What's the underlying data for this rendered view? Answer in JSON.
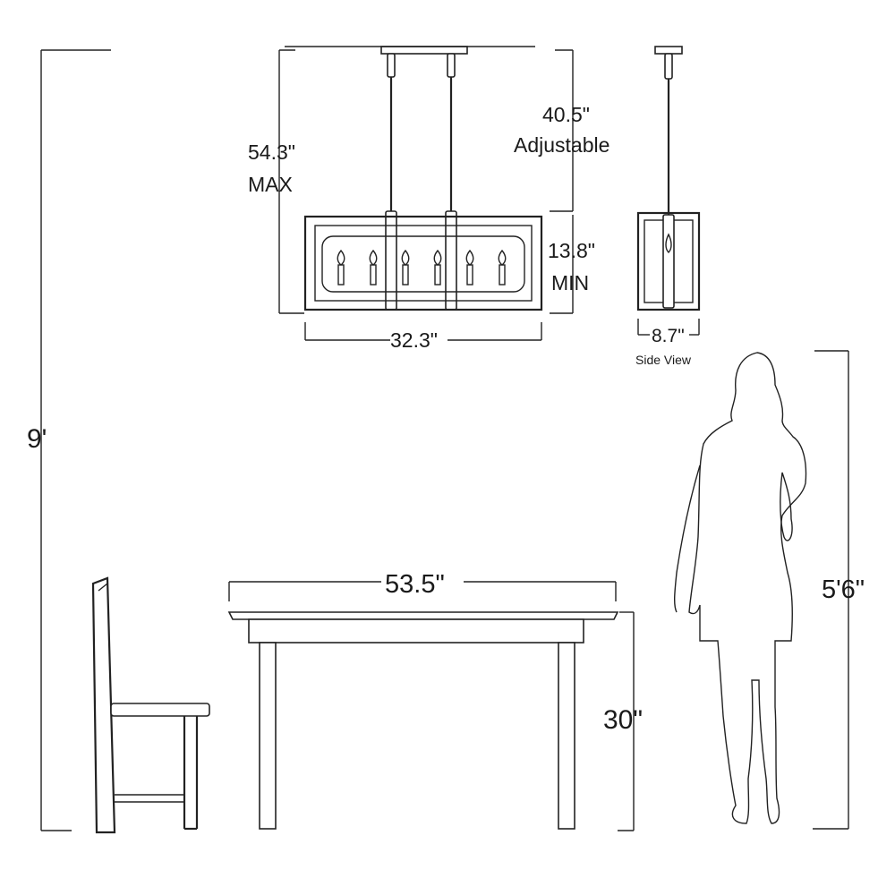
{
  "labels": {
    "ceiling_height": "9'",
    "max_height_value": "54.3\"",
    "max_height_label": "MAX",
    "adjustable_value": "40.5\"",
    "adjustable_label": "Adjustable",
    "min_height_value": "13.8\"",
    "min_height_label": "MIN",
    "fixture_width": "32.3\"",
    "side_depth": "8.7\"",
    "side_view_label": "Side View",
    "table_length": "53.5\"",
    "table_height": "30\"",
    "person_height": "5'6\""
  },
  "colors": {
    "line": "#222222",
    "text": "#1a1a1a",
    "background": "#ffffff"
  }
}
